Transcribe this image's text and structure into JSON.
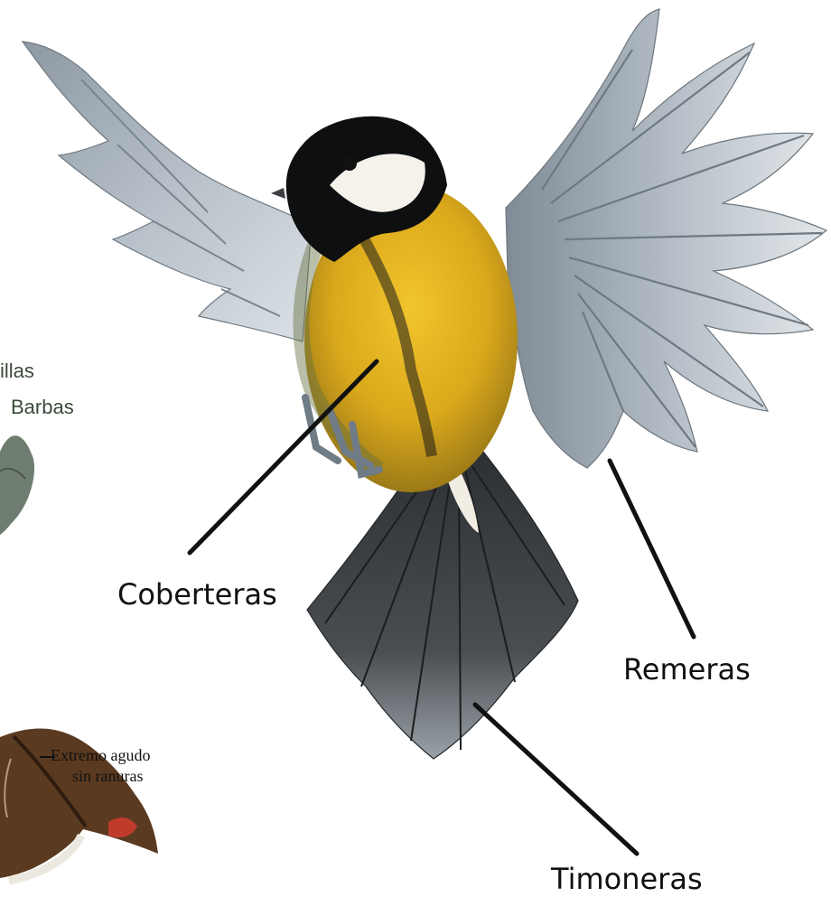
{
  "labels": {
    "coberteras": "Coberteras",
    "remeras": "Remeras",
    "timoneras": "Timoneras",
    "left_partial_1": "illas",
    "left_partial_2": "Barbas",
    "note_line_1": "Extremo agudo",
    "note_line_2": "sin ranuras"
  },
  "colors": {
    "background": "#ffffff",
    "leader_line": "#111111",
    "yellow_breast": "#e0ae1a",
    "black_head": "#0d0f10",
    "cheek_white": "#f4f2eb",
    "wing_gray": "#a8b2ba",
    "tail_dark": "#3a3d40",
    "swallow_brown": "#5a3a20"
  },
  "icons": {
    "bird_illustration": "great-tit-in-flight",
    "swallow_illustration": "barn-swallow-partial",
    "feather_illustration": "feather-partial"
  }
}
